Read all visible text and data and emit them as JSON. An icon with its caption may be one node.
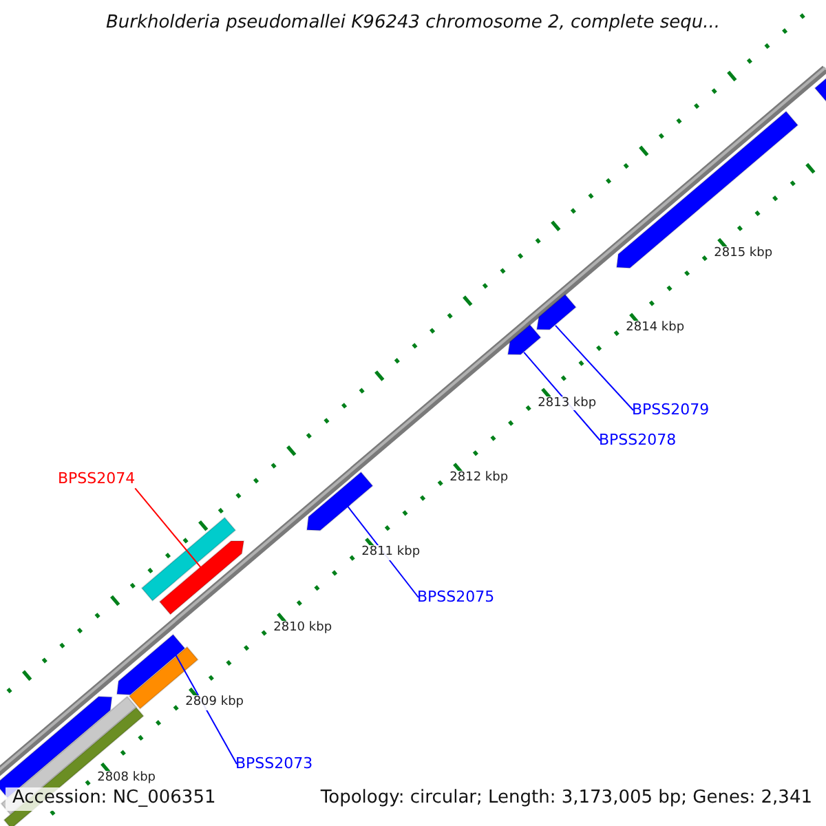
{
  "diagram": {
    "title": "Burkholderia pseudomallei K96243 chromosome 2, complete sequ...",
    "nodes": [
      {
        "text": [
          "BPSS2079"
        ]
      },
      {
        "text": [
          "BPSS2078"
        ]
      },
      {
        "text": [
          "BPSS2074"
        ]
      },
      {
        "text": [
          "BPSS2075"
        ]
      },
      {
        "text": [
          "BPSS2073"
        ]
      },
      {
        "text": [],
        "shape": "bar"
      },
      {
        "text": [],
        "shape": "bar"
      },
      {
        "text": [],
        "shape": "bar"
      },
      {
        "text": [],
        "shape": "bar"
      },
      {
        "text": [],
        "shape": "bar"
      },
      {
        "text": [],
        "shape": "bar"
      },
      {
        "text": [],
        "shape": "bar"
      },
      {
        "text": [],
        "shape": "bar"
      },
      {
        "text": [],
        "shape": "bar"
      },
      {
        "text": [],
        "shape": "bar"
      },
      {
        "text": [],
        "shape": "bar"
      },
      {
        "text": [],
        "shape": "bar"
      }
    ],
    "edges": [
      {
        "from": 0,
        "to": 14,
        "arrow": "none"
      },
      {
        "from": 1,
        "to": 13,
        "arrow": "none"
      },
      {
        "from": 2,
        "to": 11,
        "arrow": "none",
        "color": "#ff0000"
      },
      {
        "from": 3,
        "to": 12,
        "arrow": "none"
      },
      {
        "from": 4,
        "to": 8,
        "arrow": "none"
      }
    ],
    "labels": [
      "2815 kbp",
      "2814 kbp",
      "2813 kbp",
      "2812 kbp",
      "2811 kbp",
      "2810 kbp",
      "2809 kbp",
      "2808 kbp",
      "Accession: NC_006351",
      "Topology: circular; Length: 3,173,005 bp; Genes: 2,341"
    ]
  }
}
